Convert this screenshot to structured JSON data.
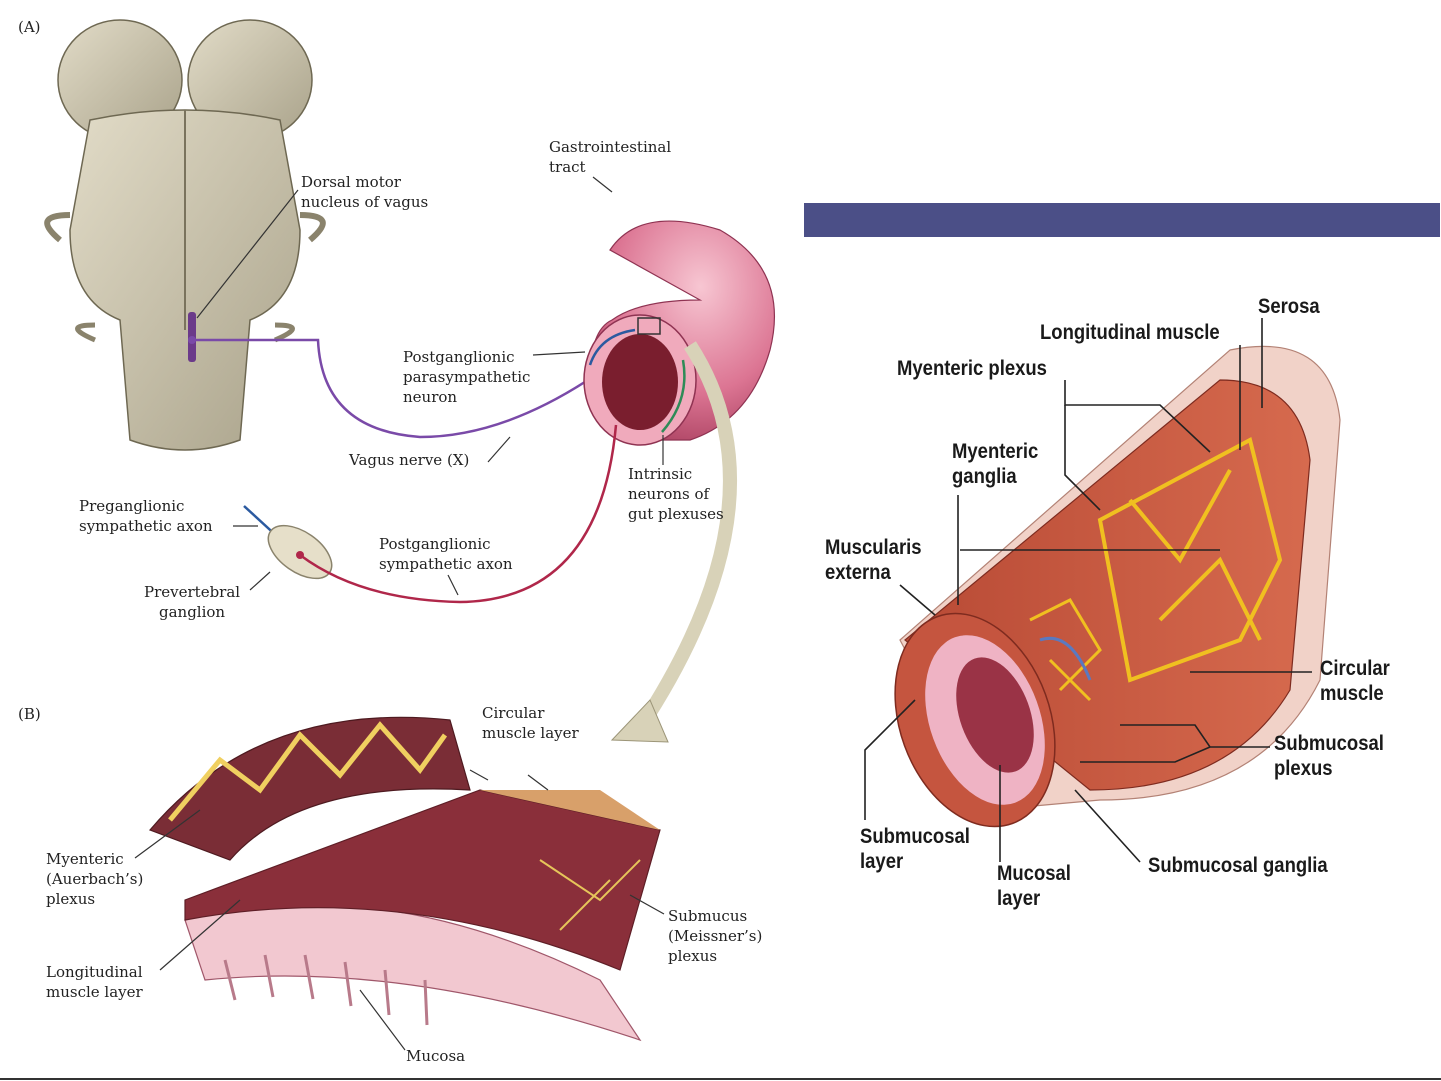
{
  "colors": {
    "bar": "#4b4f87",
    "vagus": "#7a4aa8",
    "sympathetic": "#b0274a",
    "preganglionic": "#2b5aa0",
    "intrinsic": "#2e8b57",
    "gut_pink": "#d9708e",
    "muscle_red": "#a83a2c",
    "plexus_yellow": "#f0c020",
    "brain_gray": "#cfc9b4"
  },
  "left": {
    "panel_a": "(A)",
    "panel_b": "(B)",
    "labels": {
      "dorsal_motor": "Dorsal motor\nnucleus of vagus",
      "gi_tract": "Gastrointestinal\ntract",
      "postganglionic_para": "Postganglionic\nparasympathetic\nneuron",
      "vagus": "Vagus nerve (X)",
      "intrinsic": "Intrinsic\nneurons of\ngut plexuses",
      "preganglionic": "Preganglionic\nsympathetic axon",
      "postganglionic_symp": "Postganglionic\nsympathetic axon",
      "prevertebral": "Prevertebral\nganglion",
      "circular_layer": "Circular\nmuscle layer",
      "myenteric_auerbach": "Myenteric\n(Auerbach’s)\nplexus",
      "longitudinal_layer": "Longitudinal\nmuscle layer",
      "submucus": "Submucus\n(Meissner’s)\nplexus",
      "mucosa": "Mucosa"
    }
  },
  "right": {
    "labels": {
      "serosa": "Serosa",
      "longitudinal_muscle": "Longitudinal muscle",
      "myenteric_plexus": "Myenteric plexus",
      "myenteric_ganglia": "Myenteric\nganglia",
      "muscularis_externa": "Muscularis\nexterna",
      "circular_muscle": "Circular\nmuscle",
      "submucosal_plexus": "Submucosal\nplexus",
      "submucosal_layer": "Submucosal\nlayer",
      "mucosal_layer": "Mucosal\nlayer",
      "submucosal_ganglia": "Submucosal ganglia"
    }
  }
}
